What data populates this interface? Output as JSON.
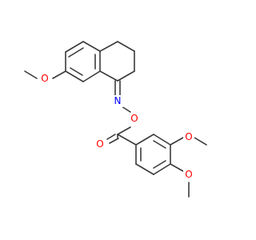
{
  "molecule": {
    "atom_labels": {
      "methoxy_left_O": "O",
      "oxime_N": "N",
      "oxime_O": "O",
      "ester_carbonyl_O": "O",
      "methoxy_meta_O": "O",
      "methoxy_para_O": "O"
    },
    "colors": {
      "bond": "#3a3a3a",
      "oxygen": "#ff0000",
      "nitrogen": "#0000ff",
      "background": "#ffffff"
    }
  }
}
